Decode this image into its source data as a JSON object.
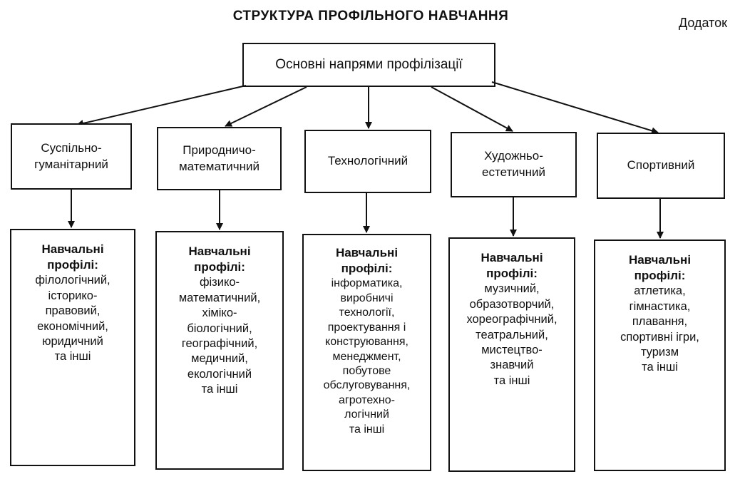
{
  "title": "СТРУКТУРА ПРОФІЛЬНОГО НАВЧАННЯ",
  "appendix_label": "Додаток",
  "root": {
    "label": "Основні напрями профілізації"
  },
  "directions": [
    {
      "label_lines": [
        "Суспільно-",
        "гуманітарний"
      ],
      "profiles_heading_lines": [
        "Навчальні",
        "профілі:"
      ],
      "profiles": [
        "філологічний,",
        "історико-",
        "правовий,",
        "економічний,",
        "юридичний",
        "та інші"
      ]
    },
    {
      "label_lines": [
        "Природничо-",
        "математичний"
      ],
      "profiles_heading_lines": [
        "Навчальні",
        "профілі:"
      ],
      "profiles": [
        "фізико-",
        "математичний,",
        "хіміко-",
        "біологічний,",
        "географічний,",
        "медичний,",
        "екологічний",
        "та інші"
      ]
    },
    {
      "label_lines": [
        "Технологічний"
      ],
      "profiles_heading_lines": [
        "Навчальні",
        "профілі:"
      ],
      "profiles": [
        "інформатика,",
        "виробничі",
        "технології,",
        "проектування і",
        "конструювання,",
        "менеджмент,",
        "побутове",
        "обслуговування,",
        "агротехно-",
        "логічний",
        "та інші"
      ]
    },
    {
      "label_lines": [
        "Художньо-",
        "естетичний"
      ],
      "profiles_heading_lines": [
        "Навчальні",
        "профілі:"
      ],
      "profiles": [
        "музичний,",
        "образотворчий,",
        "хореографічний,",
        "театральний,",
        "мистецтво-",
        "знавчий",
        "та інші"
      ]
    },
    {
      "label_lines": [
        "Спортивний"
      ],
      "profiles_heading_lines": [
        "Навчальні",
        "профілі:"
      ],
      "profiles": [
        "атлетика,",
        "гімнастика,",
        "плавання,",
        "спортивні ігри,",
        "туризм",
        "та інші"
      ]
    }
  ]
}
